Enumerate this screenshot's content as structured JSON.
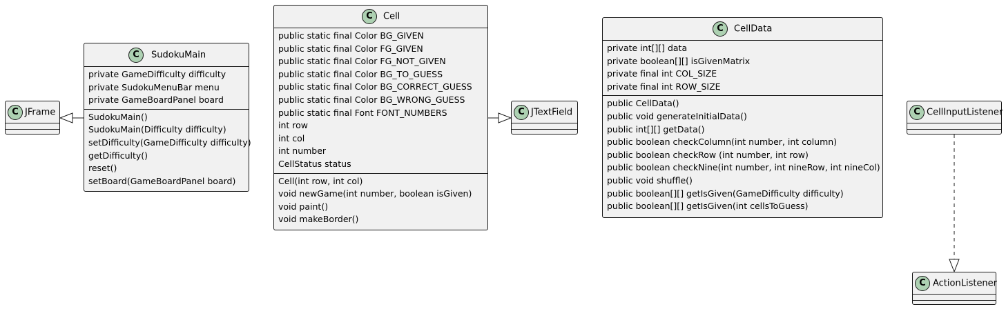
{
  "classes": {
    "jframe": {
      "name": "JFrame",
      "stereotype": "C",
      "fields": [],
      "methods": []
    },
    "sudoku_main": {
      "name": "SudokuMain",
      "stereotype": "C",
      "fields": [
        "private GameDifficulty difficulty",
        "private SudokuMenuBar menu",
        "private GameBoardPanel board"
      ],
      "methods": [
        "SudokuMain()",
        "SudokuMain(Difficulty difficulty)",
        "setDifficulty(GameDifficulty difficulty)",
        "getDifficulty()",
        "reset()",
        "setBoard(GameBoardPanel board)"
      ]
    },
    "cell": {
      "name": "Cell",
      "stereotype": "C",
      "fields": [
        "public static final Color BG_GIVEN",
        "public static final Color FG_GIVEN",
        "public static final Color FG_NOT_GIVEN",
        "public static final Color BG_TO_GUESS",
        "public static final Color BG_CORRECT_GUESS",
        "public static final Color BG_WRONG_GUESS",
        "public static final Font FONT_NUMBERS",
        "int row",
        "int col",
        "int number",
        "CellStatus status"
      ],
      "methods": [
        "Cell(int row, int col)",
        "void newGame(int number, boolean isGiven)",
        "void paint()",
        "void makeBorder()"
      ]
    },
    "jtextfield": {
      "name": "JTextField",
      "stereotype": "C",
      "fields": [],
      "methods": []
    },
    "cell_data": {
      "name": "CellData",
      "stereotype": "C",
      "fields": [
        "private int[][] data",
        "private boolean[][] isGivenMatrix",
        "private final int COL_SIZE",
        "private final int ROW_SIZE"
      ],
      "methods": [
        "public CellData()",
        "public void generateInitialData()",
        "public int[][] getData()",
        "public boolean checkColumn(int number, int column)",
        "public boolean checkRow (int number, int row)",
        "public boolean checkNine(int number, int nineRow, int nineCol)",
        "public void shuffle()",
        "public boolean[][] getIsGiven(GameDifficulty difficulty)",
        "public boolean[][] getIsGiven(int cellsToGuess)"
      ]
    },
    "cell_input_listener": {
      "name": "CellInputListener",
      "stereotype": "C",
      "fields": [],
      "methods": []
    },
    "action_listener": {
      "name": "ActionListener",
      "stereotype": "C",
      "fields": [],
      "methods": []
    }
  },
  "relations": [
    {
      "from": "SudokuMain",
      "to": "JFrame",
      "type": "extends"
    },
    {
      "from": "Cell",
      "to": "JTextField",
      "type": "extends"
    },
    {
      "from": "CellInputListener",
      "to": "ActionListener",
      "type": "implements"
    }
  ],
  "colors": {
    "class_fill": "#f1f1f1",
    "class_border": "#181818",
    "stereotype_circle": "#add1b2"
  }
}
